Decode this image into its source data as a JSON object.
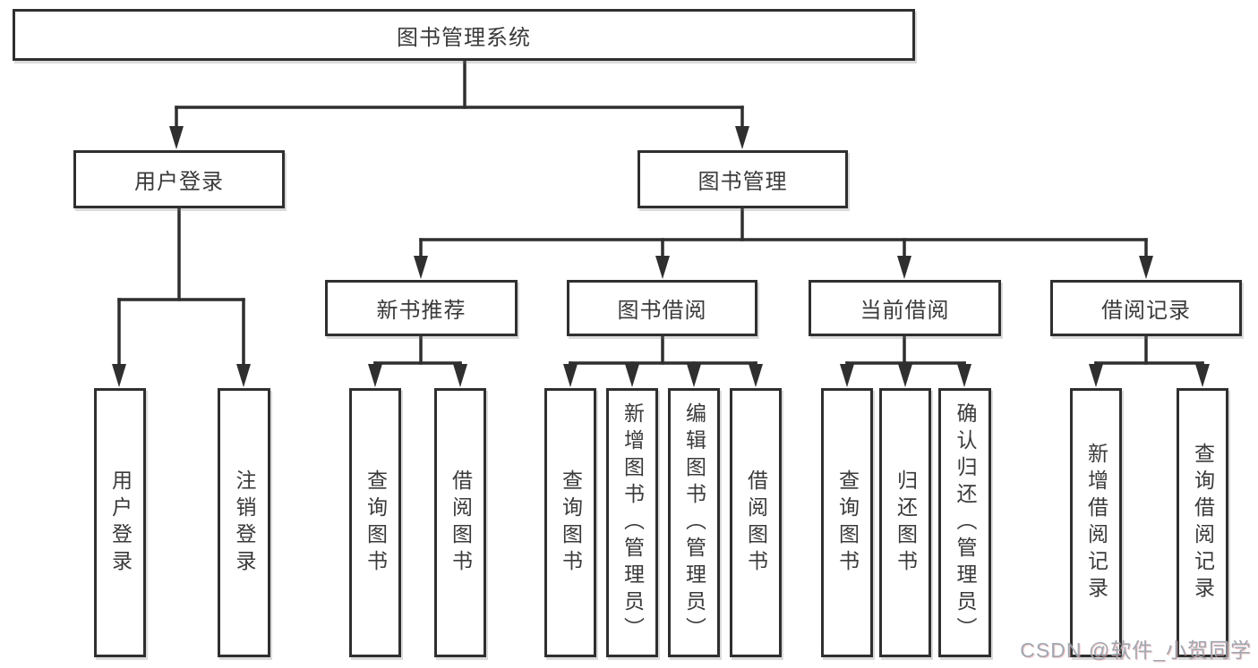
{
  "diagram": {
    "root": {
      "label": "图书管理系统"
    },
    "children": [
      {
        "label": "用户登录",
        "children": [
          {
            "label": "用户登录"
          },
          {
            "label": "注销登录"
          }
        ]
      },
      {
        "label": "图书管理",
        "children": [
          {
            "label": "新书推荐",
            "children": [
              {
                "label": "查询图书"
              },
              {
                "label": "借阅图书"
              }
            ]
          },
          {
            "label": "图书借阅",
            "children": [
              {
                "label": "查询图书"
              },
              {
                "label": "新增图书（管理员）"
              },
              {
                "label": "编辑图书（管理员）"
              },
              {
                "label": "借阅图书"
              }
            ]
          },
          {
            "label": "当前借阅",
            "children": [
              {
                "label": "查询图书"
              },
              {
                "label": "归还图书"
              },
              {
                "label": "确认归还（管理员）"
              }
            ]
          },
          {
            "label": "借阅记录",
            "children": [
              {
                "label": "新增借阅记录"
              },
              {
                "label": "查询借阅记录"
              }
            ]
          }
        ]
      }
    ]
  },
  "watermark": {
    "text": "CSDN @软件_小贺同学"
  },
  "colors": {
    "line": "#2f2f2f",
    "text": "#3a3a3a",
    "watermark": "#9aa4ae"
  }
}
